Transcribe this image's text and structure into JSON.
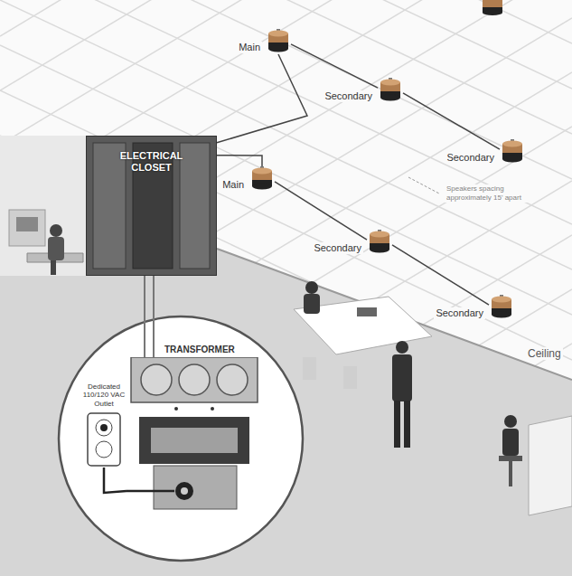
{
  "diagram": {
    "nodes": [
      {
        "text": [
          "Main"
        ]
      },
      {
        "text": [
          "Secondary"
        ]
      },
      {
        "text": [
          "Secondary"
        ]
      },
      {
        "text": [
          "Main"
        ]
      },
      {
        "text": [
          "Secondary"
        ]
      },
      {
        "text": [
          "Secondary"
        ]
      },
      {
        "text": [
          "ELECTRICAL CLOSET"
        ]
      },
      {
        "text": [
          "TRANSFORMER"
        ]
      },
      {
        "text": [
          "Dedicated 110/120 VAC Outlet"
        ]
      }
    ],
    "edges": [
      {
        "from": 6,
        "to": 0,
        "arrow": "none"
      },
      {
        "from": 0,
        "to": 1,
        "arrow": "none"
      },
      {
        "from": 1,
        "to": 2,
        "arrow": "none"
      },
      {
        "from": 6,
        "to": 3,
        "arrow": "none"
      },
      {
        "from": 3,
        "to": 4,
        "arrow": "none"
      },
      {
        "from": 4,
        "to": 5,
        "arrow": "none"
      },
      {
        "from": 6,
        "to": 7,
        "arrow": "none"
      },
      {
        "from": 8,
        "to": 7,
        "arrow": "none"
      }
    ],
    "labels": [
      "Speakers spacing approximately 15' apart",
      "Ceiling"
    ]
  }
}
